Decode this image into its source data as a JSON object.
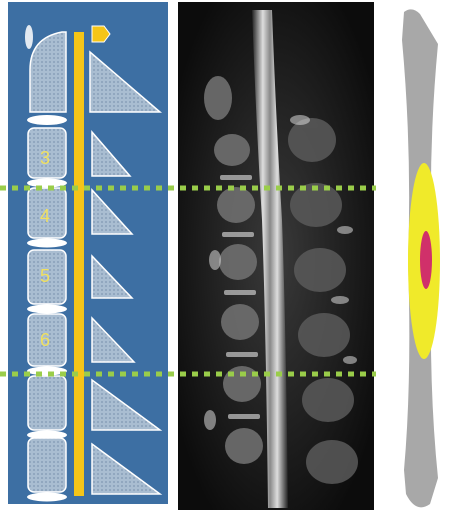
{
  "schematic": {
    "background_color": "#3d6fa3",
    "cord_color": "#f5c518",
    "vertebra_fill": "#9fb6cc",
    "level_label_color": "#f0e060",
    "levels": [
      "3",
      "4",
      "5",
      "6"
    ]
  },
  "guides": {
    "color": "#9acd4a",
    "count": 2
  },
  "cross_section": {
    "outer_color": "#a8a8a8",
    "inner_color": "#f0ea2a",
    "core_color": "#d0306a"
  }
}
